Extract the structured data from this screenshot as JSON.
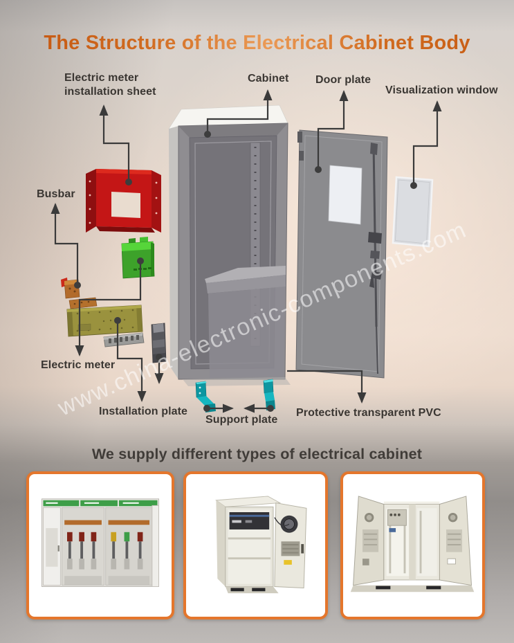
{
  "header": {
    "title": "The Structure of the Electrical Cabinet Body"
  },
  "diagram": {
    "watermark": "www.china-electronic-components.com",
    "labels": {
      "electric_meter_installation_sheet": "Electric meter\ninstallation sheet",
      "cabinet": "Cabinet",
      "door_plate": "Door plate",
      "visualization_window": "Visualization window",
      "busbar": "Busbar",
      "electric_meter": "Electric meter",
      "installation_plate": "Installation plate",
      "support_plate": "Support plate",
      "protective_transparent_pvc": "Protective transparent PVC"
    }
  },
  "gallery": {
    "heading": "We supply different types of  electrical cabinet",
    "photos": [
      {
        "name": "indoor-switchgear-cabinets-photo"
      },
      {
        "name": "outdoor-single-door-cabinet-photo"
      },
      {
        "name": "outdoor-double-door-cabinet-photo"
      }
    ]
  },
  "colors": {
    "title_orange": "#d2691e",
    "label_text": "#3a3632",
    "card_border": "#e4762c",
    "sheet_red": "#c41616",
    "meter_green": "#3da42a",
    "busbar_copper": "#b26b2b",
    "plate_olive": "#99913c",
    "support_teal": "#12a0aa",
    "cabinet_gray": "#8e8c90"
  }
}
